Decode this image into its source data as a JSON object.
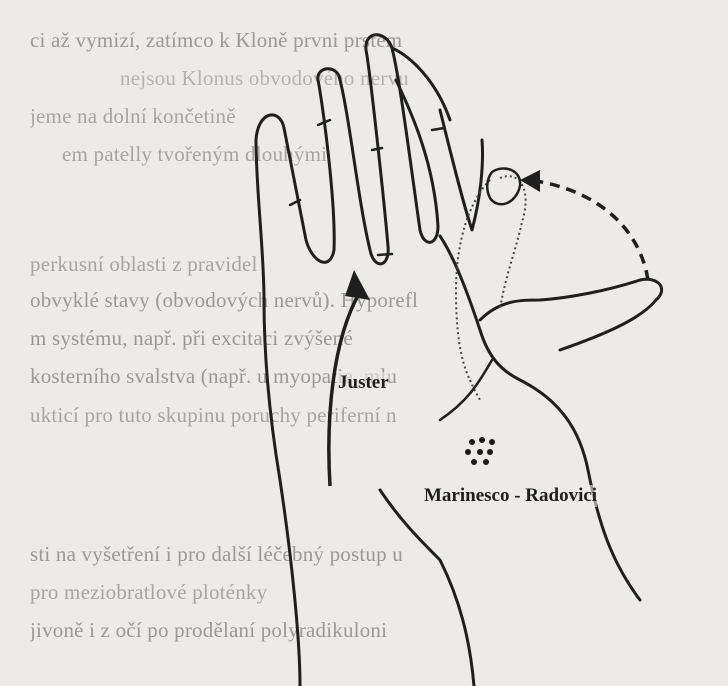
{
  "background_text": [
    "ci až vymizí, zatímco k Kloně prvni prstem",
    "nejsou Klonus obvodového nervu",
    "jeme na dolní končetině",
    "em patelly tvořeným dlouhými",
    "perkusní oblasti z pravidel",
    "obvyklé stavy (obvodových nervů). Hyporefl",
    "m systému, např. při excitaci zvýšené",
    "kosterního svalstva (např. u myopatie, mlu",
    "ukticí pro tuto skupinu poruchy periferní n",
    "",
    "sti na vyšetření i pro další léčebný postup u",
    "pro meziobratlové ploténky",
    "jivoně i z očí po prodělaní polyradikuloni"
  ],
  "labels": {
    "juster": "Juster",
    "marinesco": "Marinesco - Radovici"
  }
}
